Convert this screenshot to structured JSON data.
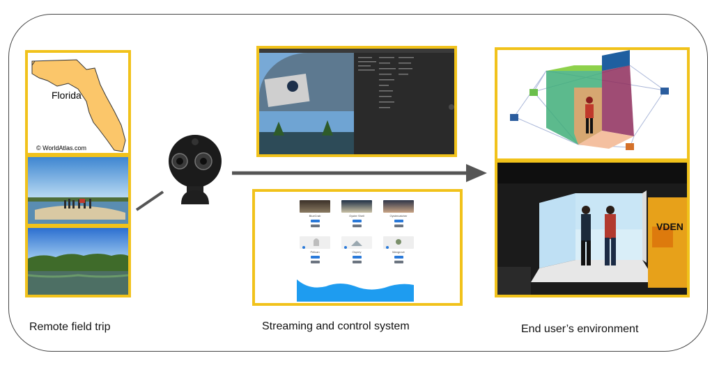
{
  "sections": {
    "left_caption": "Remote field trip",
    "middle_caption": "Streaming and control system",
    "right_caption": "End user’s environment"
  },
  "map": {
    "label": "Florida",
    "credit": "© WorldAtlas.com"
  },
  "control_panel": {
    "cards": [
      {
        "name": "BlueCrab"
      },
      {
        "name": "Oyster Shell"
      },
      {
        "name": "Oystercatcher"
      },
      {
        "name": "Pelican"
      },
      {
        "name": "Osprey"
      },
      {
        "name": "Mangrove"
      }
    ]
  },
  "poster": {
    "title": "VDEN"
  },
  "colors": {
    "accent_border": "#f1c21b",
    "wave_fill": "#1e9cf0",
    "button_blue": "#2979d9",
    "arrow": "#555555"
  }
}
